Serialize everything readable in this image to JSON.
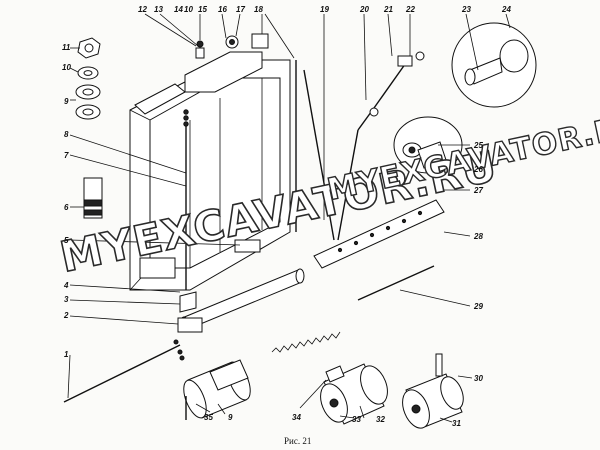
{
  "caption": "Рис. 21",
  "watermark": {
    "line1": "MYEXCAVATOR.RU",
    "line2": "MYEXCAVATOR.RU"
  },
  "callouts": [
    "1",
    "2",
    "3",
    "4",
    "5",
    "6",
    "7",
    "8",
    "9",
    "10",
    "11",
    "12",
    "13",
    "14",
    "10",
    "15",
    "16",
    "17",
    "18",
    "19",
    "20",
    "21",
    "22",
    "23",
    "24",
    "25",
    "26",
    "27",
    "28",
    "29",
    "30",
    "31",
    "32",
    "33",
    "34",
    "35",
    "9"
  ]
}
